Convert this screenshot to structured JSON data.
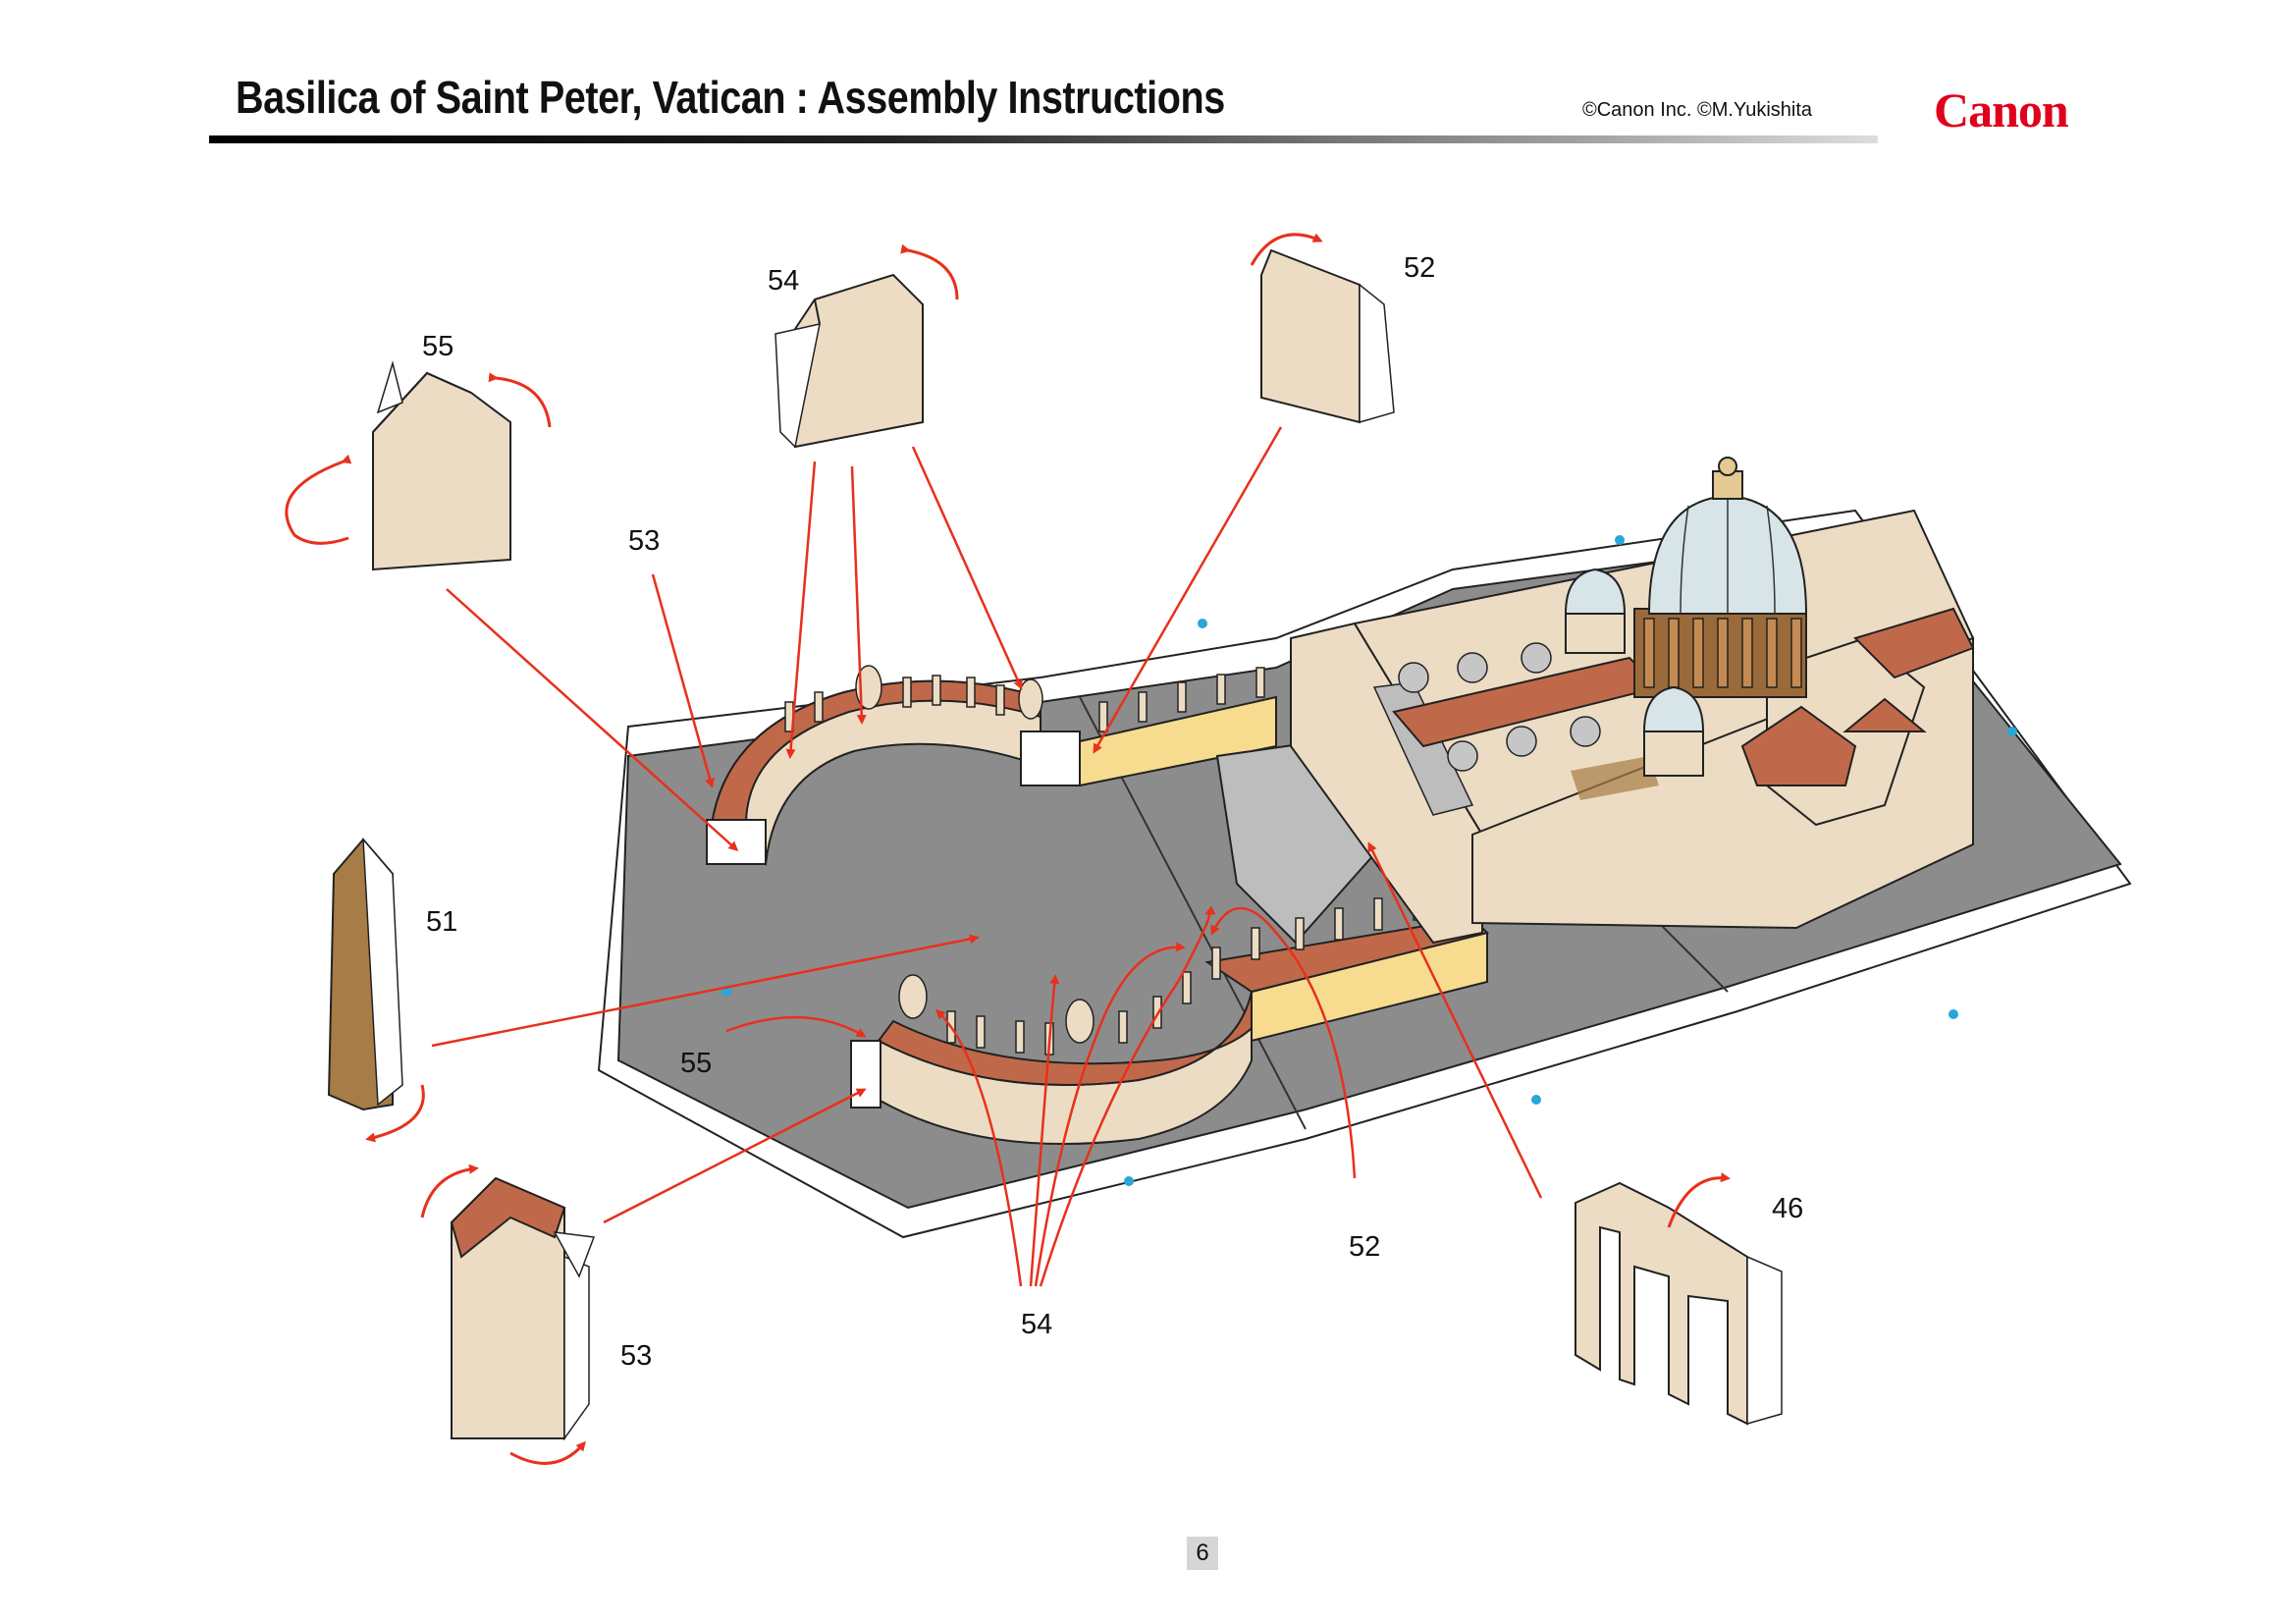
{
  "header": {
    "title": "Basilica of Saint Peter, Vatican : Assembly Instructions",
    "copyright": "©Canon Inc. ©M.Yukishita",
    "brand": "Canon"
  },
  "page_number": "6",
  "part_labels": {
    "p55_top": "55",
    "p54_top": "54",
    "p52_top": "52",
    "p53_mid": "53",
    "p51": "51",
    "p55_bottom": "55",
    "p53_bottom": "53",
    "p54_bottom": "54",
    "p52_bottom": "52",
    "p46": "46"
  },
  "colors": {
    "beige": "#ecdcc4",
    "terracotta": "#c0694a",
    "ground": "#8a8a8a",
    "arrow": "#e8301c",
    "accent": "#e0001b"
  }
}
